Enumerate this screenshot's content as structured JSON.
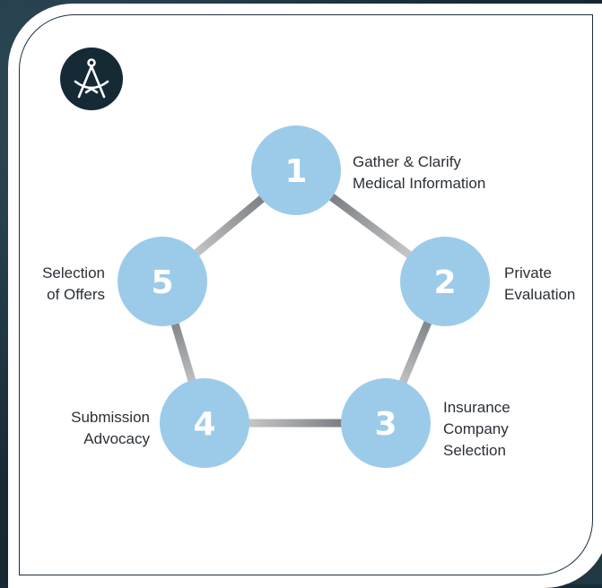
{
  "logo": {
    "icon": "drafting-compass-icon"
  },
  "colors": {
    "node_fill": "#9ccbea",
    "connector": "#5e6266",
    "background": "#172c37"
  },
  "steps": [
    {
      "number": "1",
      "line1": "Gather & Clarify",
      "line2": "Medical Information"
    },
    {
      "number": "2",
      "line1": "Private",
      "line2": "Evaluation"
    },
    {
      "number": "3",
      "line1": "Insurance",
      "line2": "Company",
      "line3": "Selection"
    },
    {
      "number": "4",
      "line1": "Submission",
      "line2": "Advocacy"
    },
    {
      "number": "5",
      "line1": "Selection",
      "line2": "of Offers"
    }
  ]
}
